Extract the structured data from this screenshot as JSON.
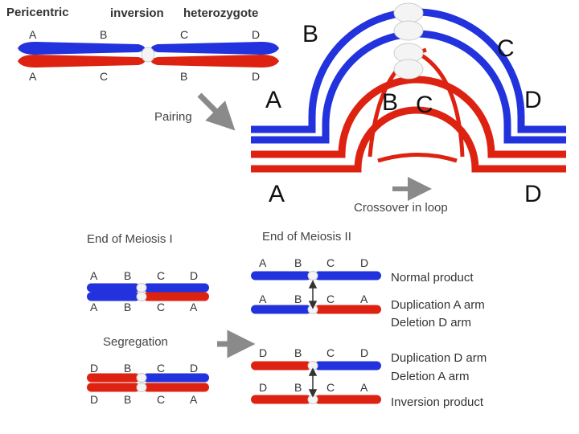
{
  "title": {
    "word1": "Pericentric",
    "word2": "inversion",
    "word3": "heterozygote"
  },
  "top_chromosomes": {
    "normal_labels": [
      "A",
      "B",
      "C",
      "D"
    ],
    "inverted_labels": [
      "A",
      "C",
      "B",
      "D"
    ]
  },
  "pairing_label": "Pairing",
  "loop_diagram": {
    "outer_labels": {
      "left_top": "B",
      "right_top": "C",
      "left_mid": "A",
      "right_mid": "D"
    },
    "inner_labels": {
      "b": "B",
      "c": "C"
    },
    "bottom_labels": {
      "left": "A",
      "right": "D"
    },
    "crossover_label": "Crossover in loop"
  },
  "meiosis_one": {
    "title": "End of Meiosis I",
    "pair1_top": [
      "A",
      "B",
      "C",
      "D"
    ],
    "pair1_bottom": [
      "A",
      "B",
      "C",
      "A"
    ],
    "segregation_label": "Segregation",
    "pair2_top": [
      "D",
      "B",
      "C",
      "D"
    ],
    "pair2_bottom": [
      "D",
      "B",
      "C",
      "A"
    ]
  },
  "meiosis_two": {
    "title": "End of Meiosis II",
    "products": [
      {
        "labels": [
          "A",
          "B",
          "C",
          "D"
        ],
        "line1": "Normal product",
        "line2": ""
      },
      {
        "labels": [
          "A",
          "B",
          "C",
          "A"
        ],
        "line1": "Duplication A arm",
        "line2": "Deletion D arm"
      },
      {
        "labels": [
          "D",
          "B",
          "C",
          "D"
        ],
        "line1": "Duplication D arm",
        "line2": "Deletion A arm"
      },
      {
        "labels": [
          "D",
          "B",
          "C",
          "A"
        ],
        "line1": "Inversion product",
        "line2": ""
      }
    ]
  },
  "colors": {
    "blue": "#2233dd",
    "red": "#dd2211",
    "centromere": "#f4f4f4",
    "arrow": "#8a8a8a"
  }
}
